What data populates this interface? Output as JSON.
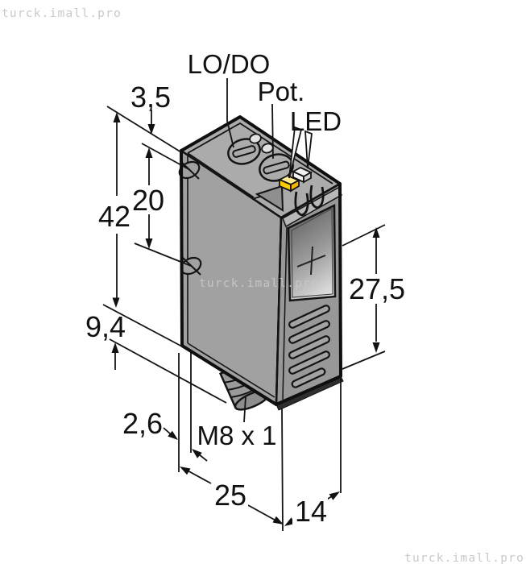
{
  "figure": {
    "type": "technical-dimension-drawing",
    "subject": "rectangular photoelectric sensor with M8 connector"
  },
  "watermarks": {
    "top_left": "turck.imall.pro",
    "center": "turck.imall.pro",
    "bottom_right": "turck.imall.pro"
  },
  "callouts": {
    "lo_do": "LO/DO",
    "pot": "Pot.",
    "led": "LED",
    "thread": "M8 x 1"
  },
  "dimensions": {
    "top_offset": "3,5",
    "height": "42",
    "hole_spacing": "20",
    "bottom_offset": "9,4",
    "connector_offset": "2,6",
    "width": "25",
    "depth": "14",
    "front_height": "27,5"
  },
  "colors": {
    "body_gray": "#a1a1a1",
    "top_gray": "#ababab",
    "front_gray": "#989898",
    "band_gray": "#b8b8b8",
    "led_yellow": "#ffcc00",
    "led_yellow_top": "#ffeb8c",
    "led_white": "#f4f4f4",
    "outline": "#141414",
    "watermark_gray": "#c9c9c9"
  }
}
